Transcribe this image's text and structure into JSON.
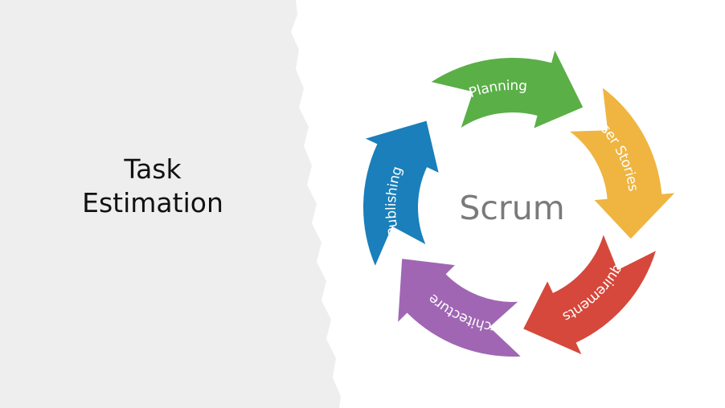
{
  "slide": {
    "title_line1": "Task",
    "title_line2": "Estimation"
  },
  "diagram": {
    "center_label": "Scrum",
    "center_color": "#7a7a7a",
    "panel_color": "#eeeeee",
    "stages": [
      {
        "label": "Planning",
        "color": "#5aaf47"
      },
      {
        "label": "User Stories",
        "color": "#efb540"
      },
      {
        "label": "Requirements",
        "color": "#d5483b"
      },
      {
        "label": "Architecture",
        "color": "#a066b4"
      },
      {
        "label": "Publishing",
        "color": "#1a7fba"
      }
    ]
  }
}
